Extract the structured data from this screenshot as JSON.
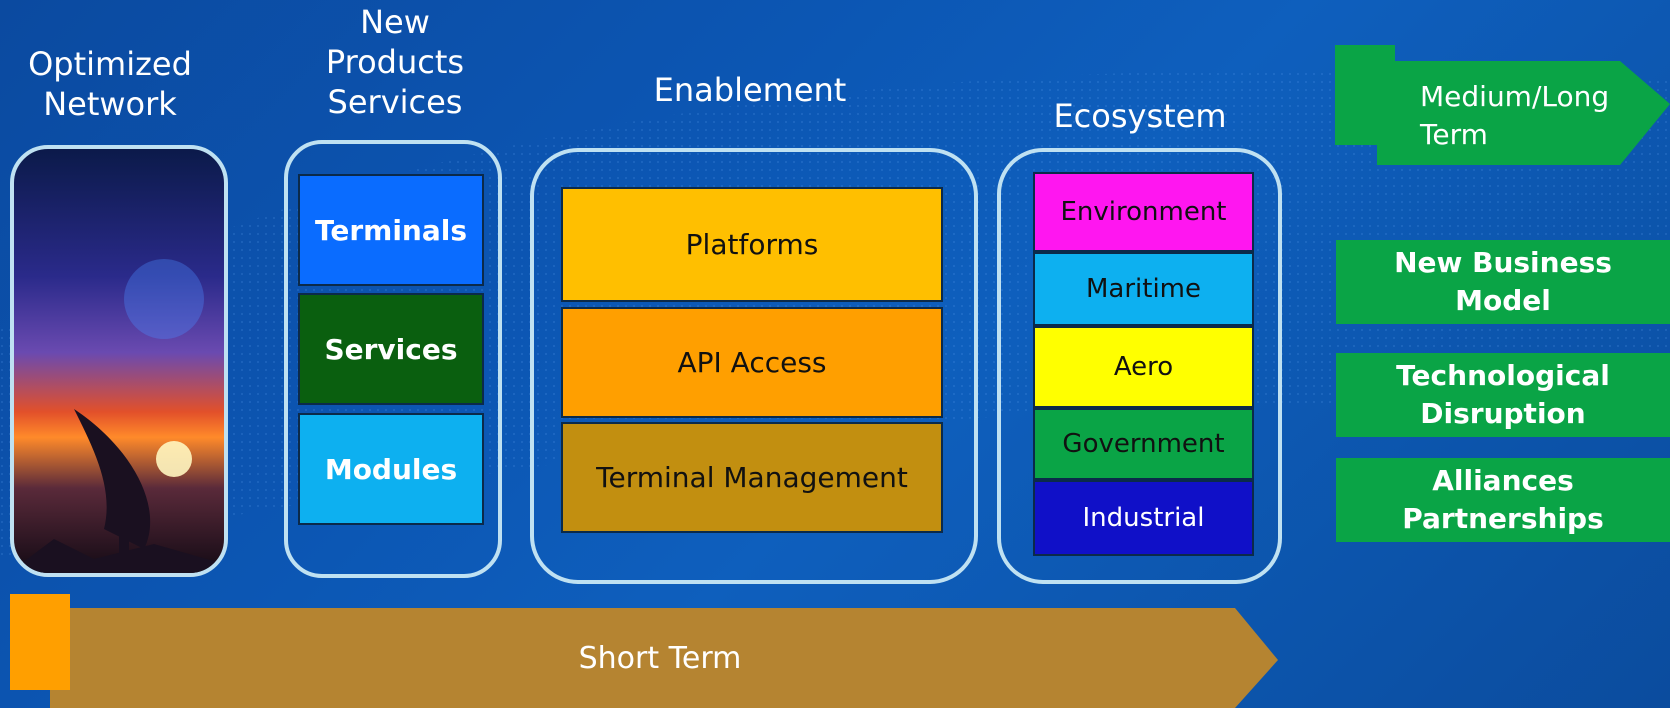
{
  "headers": {
    "optimized": [
      "Optimized",
      "Network"
    ],
    "new_products": [
      "New",
      "Products",
      "Services"
    ],
    "enablement": "Enablement",
    "ecosystem": "Ecosystem"
  },
  "products": [
    "Terminals",
    "Services",
    "Modules"
  ],
  "enablement_items": [
    "Platforms",
    "API Access",
    "Terminal Management"
  ],
  "ecosystem_items": [
    "Environment",
    "Maritime",
    "Aero",
    "Government",
    "Industrial"
  ],
  "medium_long_term": [
    "Medium/Long",
    "Term"
  ],
  "drivers": [
    [
      "New Business",
      "Model"
    ],
    [
      "Technological",
      "Disruption"
    ],
    [
      "Alliances",
      "Partnerships"
    ]
  ],
  "short_term": "Short Term",
  "colors": {
    "terminals": "#0a6cff",
    "services": "#0a5f0f",
    "modules": "#0db0f0",
    "platforms": "#ffbf00",
    "api_access": "#ff9f00",
    "terminal_management": "#c28f10",
    "environment": "#ff16f0",
    "maritime": "#0db0f0",
    "aero": "#ffff00",
    "government": "#0aa446",
    "industrial": "#1010c8",
    "green_arrow": "#0aa446",
    "short_term_arrow": "#b58431"
  }
}
